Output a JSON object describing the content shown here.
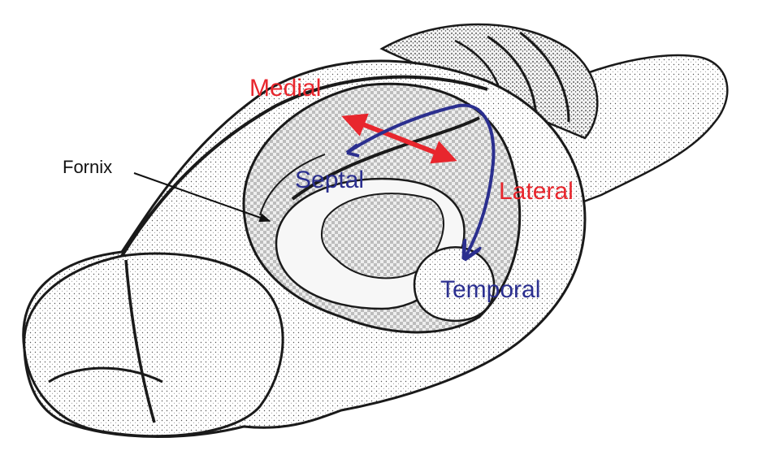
{
  "labels": {
    "medial": "Medial",
    "lateral": "Lateral",
    "septal": "Septal",
    "temporal": "Temporal",
    "fornix": "Fornix"
  },
  "colors": {
    "red_axis": "#e8262d",
    "blue_axis": "#2b2f8f",
    "ink": "#1a1a1a",
    "background": "#ffffff"
  }
}
